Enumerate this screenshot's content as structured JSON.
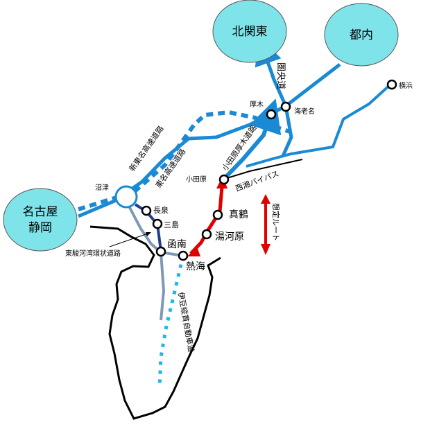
{
  "regions": {
    "kita_kanto": "北関東",
    "tonai": "都内",
    "nagoya": "名古屋",
    "shizuoka": "静岡"
  },
  "stations": {
    "yokohama": "横浜",
    "ebina": "海老名",
    "atsugi": "厚木",
    "odawara": "小田原",
    "numazu": "沼津",
    "nagaizumi": "長泉",
    "mishima": "三島",
    "kannami": "函南",
    "atami": "熱海",
    "manazuru": "真鶴",
    "yugawara": "湯河原"
  },
  "roads": {
    "ken_o": "圏央道",
    "shin_tomei": "新東名高速道路",
    "tomei": "東名高速道路",
    "odawara_atsugi": "小田原厚木道路",
    "seisho_bypass": "西湘バイパス",
    "tosun_kanjo": "東駿河湾環状道路",
    "izu_jukan": "伊豆縦貫自動車道"
  },
  "legend": {
    "planned_route": "想定ルート"
  },
  "colors": {
    "region_fill": "#7fe3ea",
    "expressway": "#1a8ad4",
    "dotted_road": "#1fb6e8",
    "tosun": "#1f3f8a",
    "gray_road": "#7f98b5",
    "route": "#e00000",
    "coast": "#000000"
  }
}
